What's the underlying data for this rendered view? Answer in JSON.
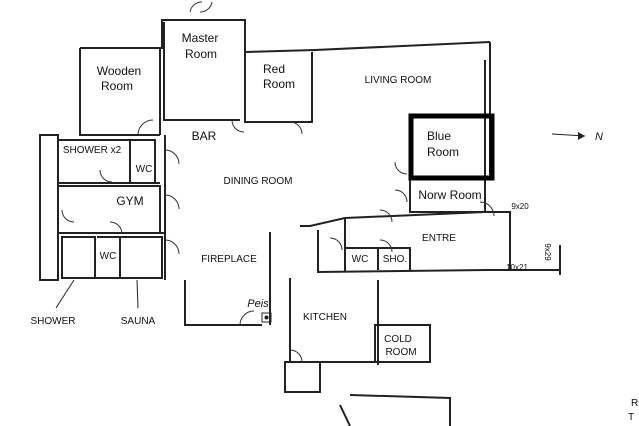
{
  "rooms": {
    "wooden": [
      "Wooden",
      "Room"
    ],
    "master": [
      "Master",
      "Room"
    ],
    "red": [
      "Red",
      "Room"
    ],
    "living": "LIVING ROOM",
    "blue": [
      "Blue",
      "Room"
    ],
    "shower_x2": "SHOWER x2",
    "wc1": "WC",
    "bar": "BAR",
    "dining": "DINING ROOM",
    "norw": "Norw Room",
    "gym": "GYM",
    "entre": "ENTRE",
    "wc2": "WC",
    "wc3": "WC",
    "sho": "SHO.",
    "fireplace": "FIREPLACE",
    "kitchen": "KITCHEN",
    "cold": [
      "COLD",
      "ROOM"
    ],
    "shower": "SHOWER",
    "sauna": "SAUNA"
  },
  "annotations": {
    "north": "N",
    "peis": "Peis",
    "dim_a": "9x20",
    "dim_b": "10x21",
    "dim_c": "9x29",
    "margin_a": "R",
    "margin_b": "T"
  },
  "colors": {
    "highlight": "#000000",
    "walls": "#222222"
  }
}
